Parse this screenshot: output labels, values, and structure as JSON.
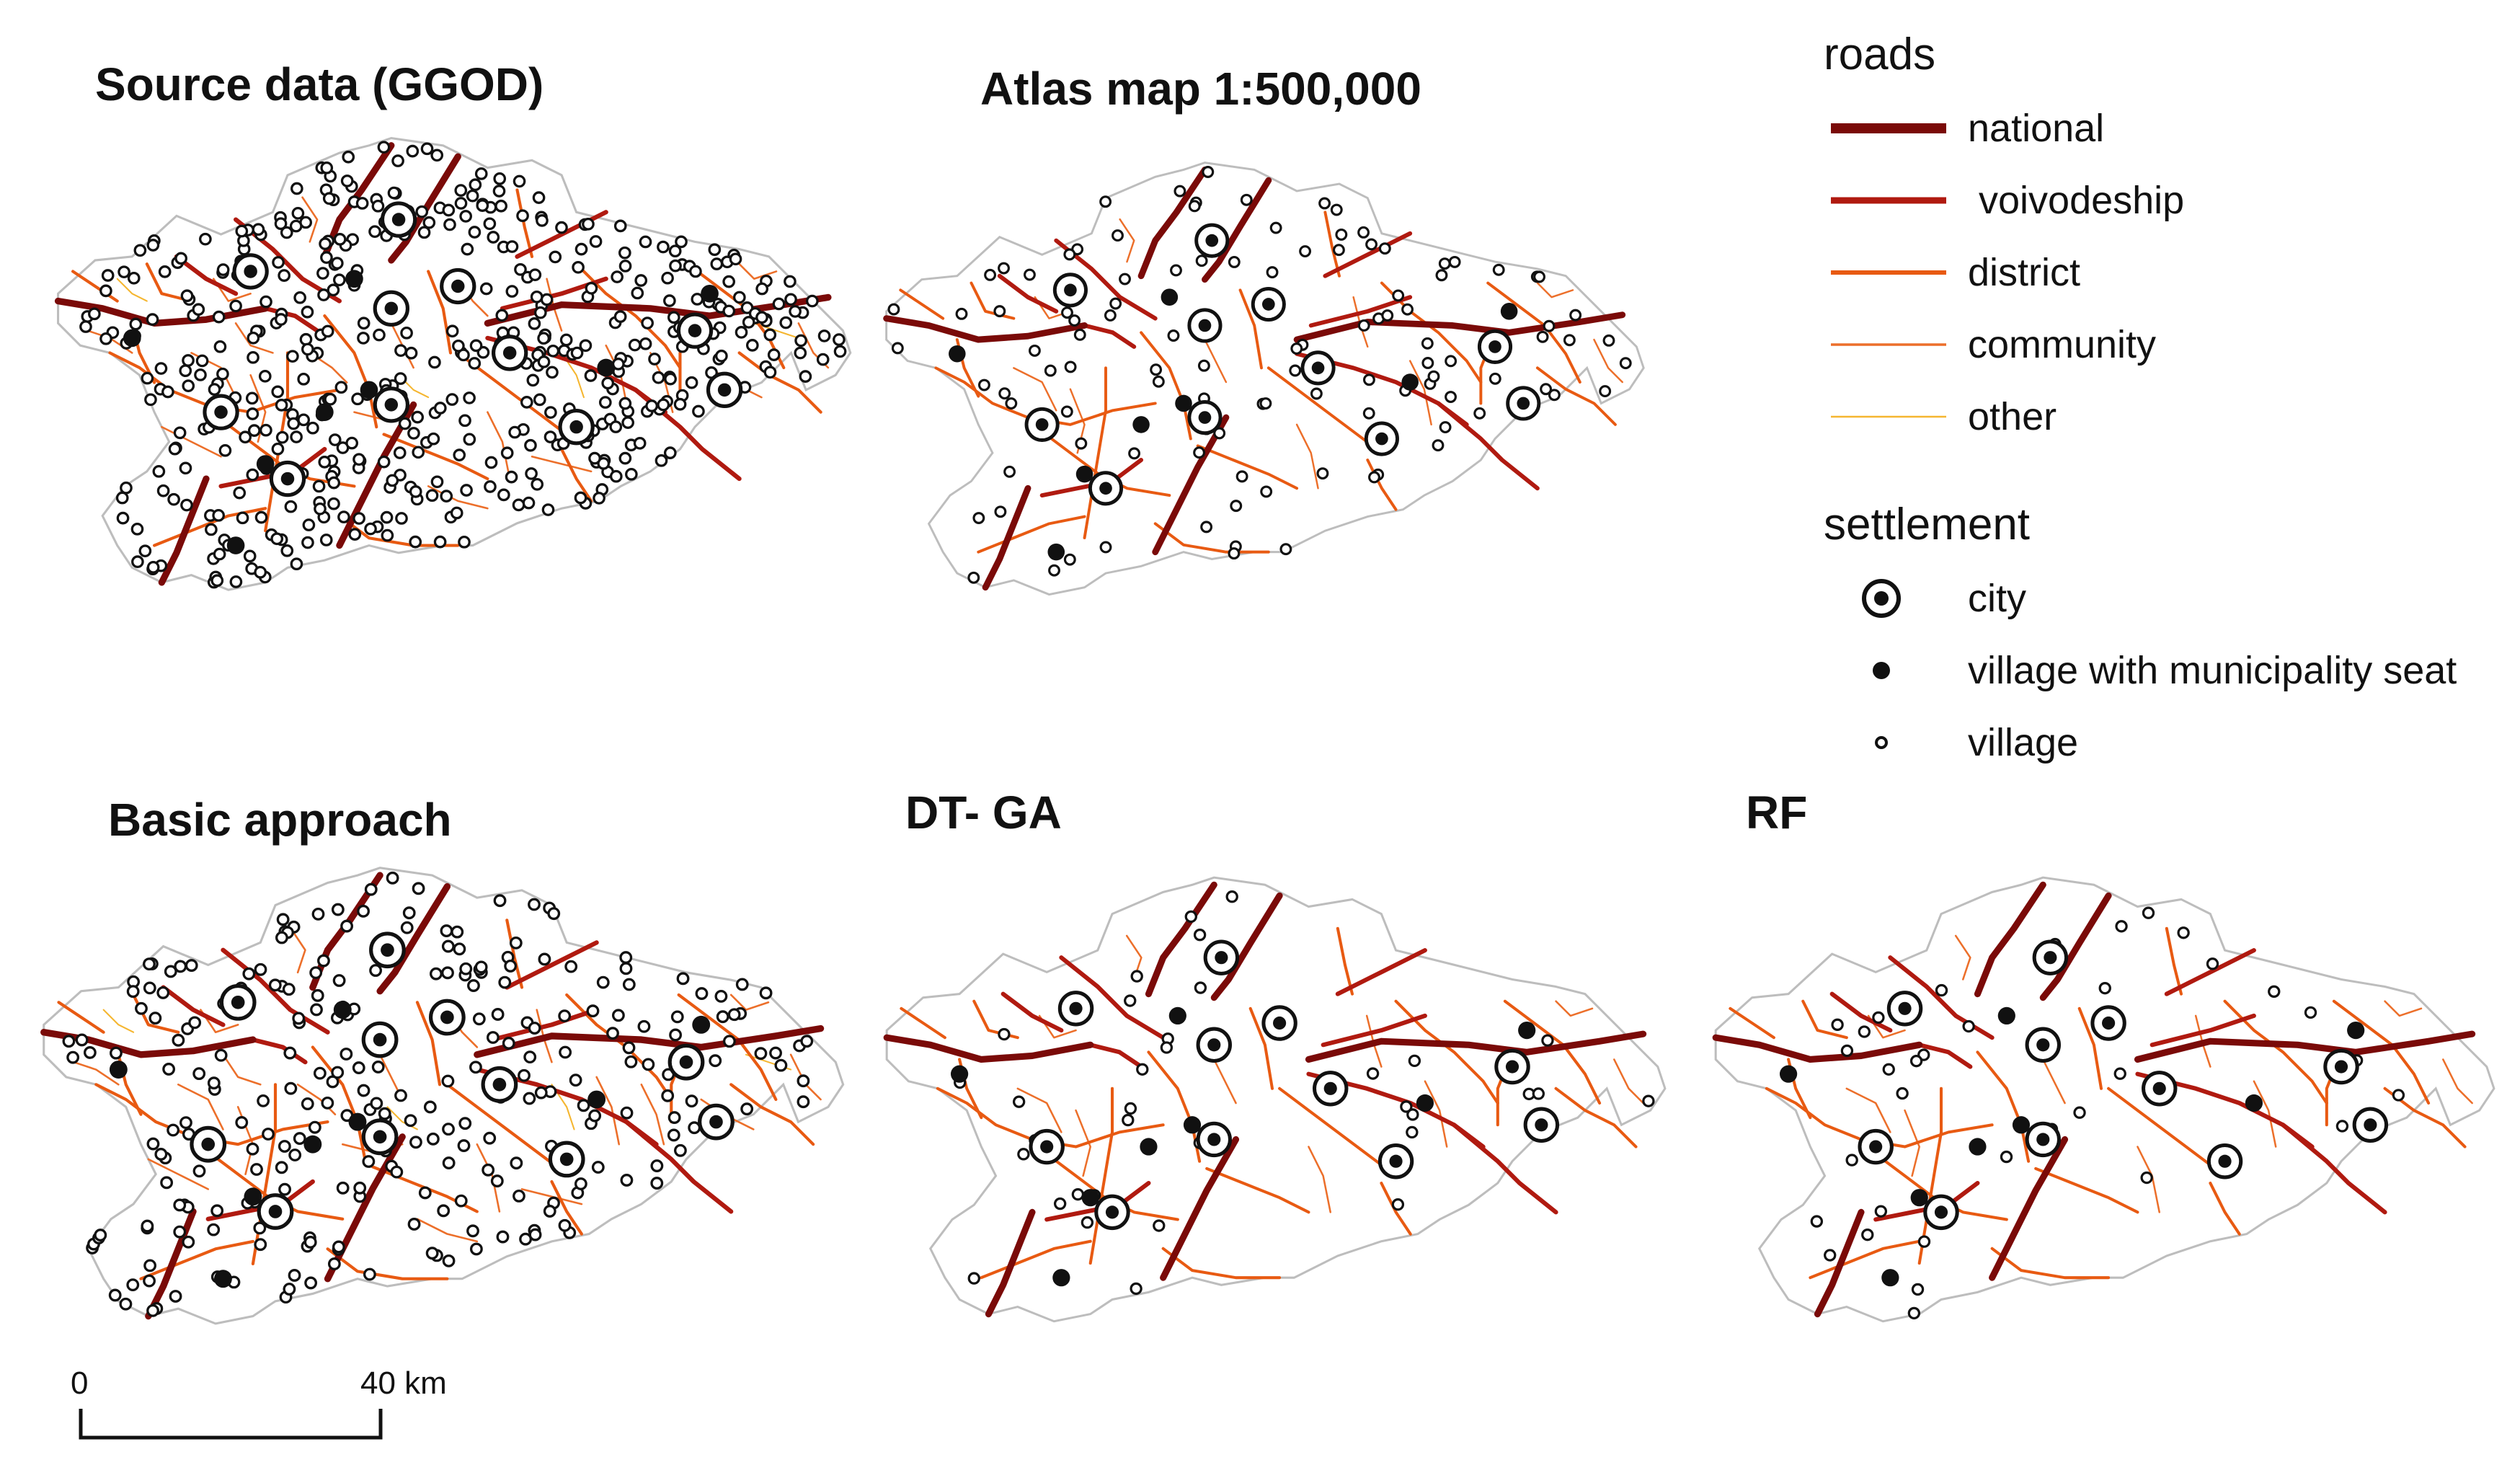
{
  "colors": {
    "outline": "#bdbdbd",
    "national": "#7a0a08",
    "voivodeship": "#b01a10",
    "district": "#e85a12",
    "community": "#ec6f2a",
    "other": "#f5b630",
    "marker": "#111111"
  },
  "panels": [
    {
      "key": "ggod",
      "title": "Source data (GGOD)",
      "density": "very-high"
    },
    {
      "key": "atlas",
      "title": "Atlas map 1:500,000",
      "density": "low"
    },
    {
      "key": "basic",
      "title": "Basic approach",
      "density": "high"
    },
    {
      "key": "dtga",
      "title": "DT- GA",
      "density": "very-low"
    },
    {
      "key": "rf",
      "title": "RF",
      "density": "very-low"
    }
  ],
  "legend": {
    "roads_title": "roads",
    "roads": [
      {
        "key": "national",
        "label": "national"
      },
      {
        "key": "voivodeship",
        "label": " voivodeship"
      },
      {
        "key": "district",
        "label": "district"
      },
      {
        "key": "community",
        "label": "community"
      },
      {
        "key": "other",
        "label": "other"
      }
    ],
    "settlement_title": "settlement",
    "settlements": [
      {
        "key": "city",
        "label": "city",
        "icon": "city-ring-icon"
      },
      {
        "key": "seat",
        "label": "village with municipality seat",
        "icon": "filled-dot-icon"
      },
      {
        "key": "village",
        "label": "village",
        "icon": "open-dot-icon"
      }
    ]
  },
  "scale_bar": {
    "start": "0",
    "end": "40 km"
  }
}
